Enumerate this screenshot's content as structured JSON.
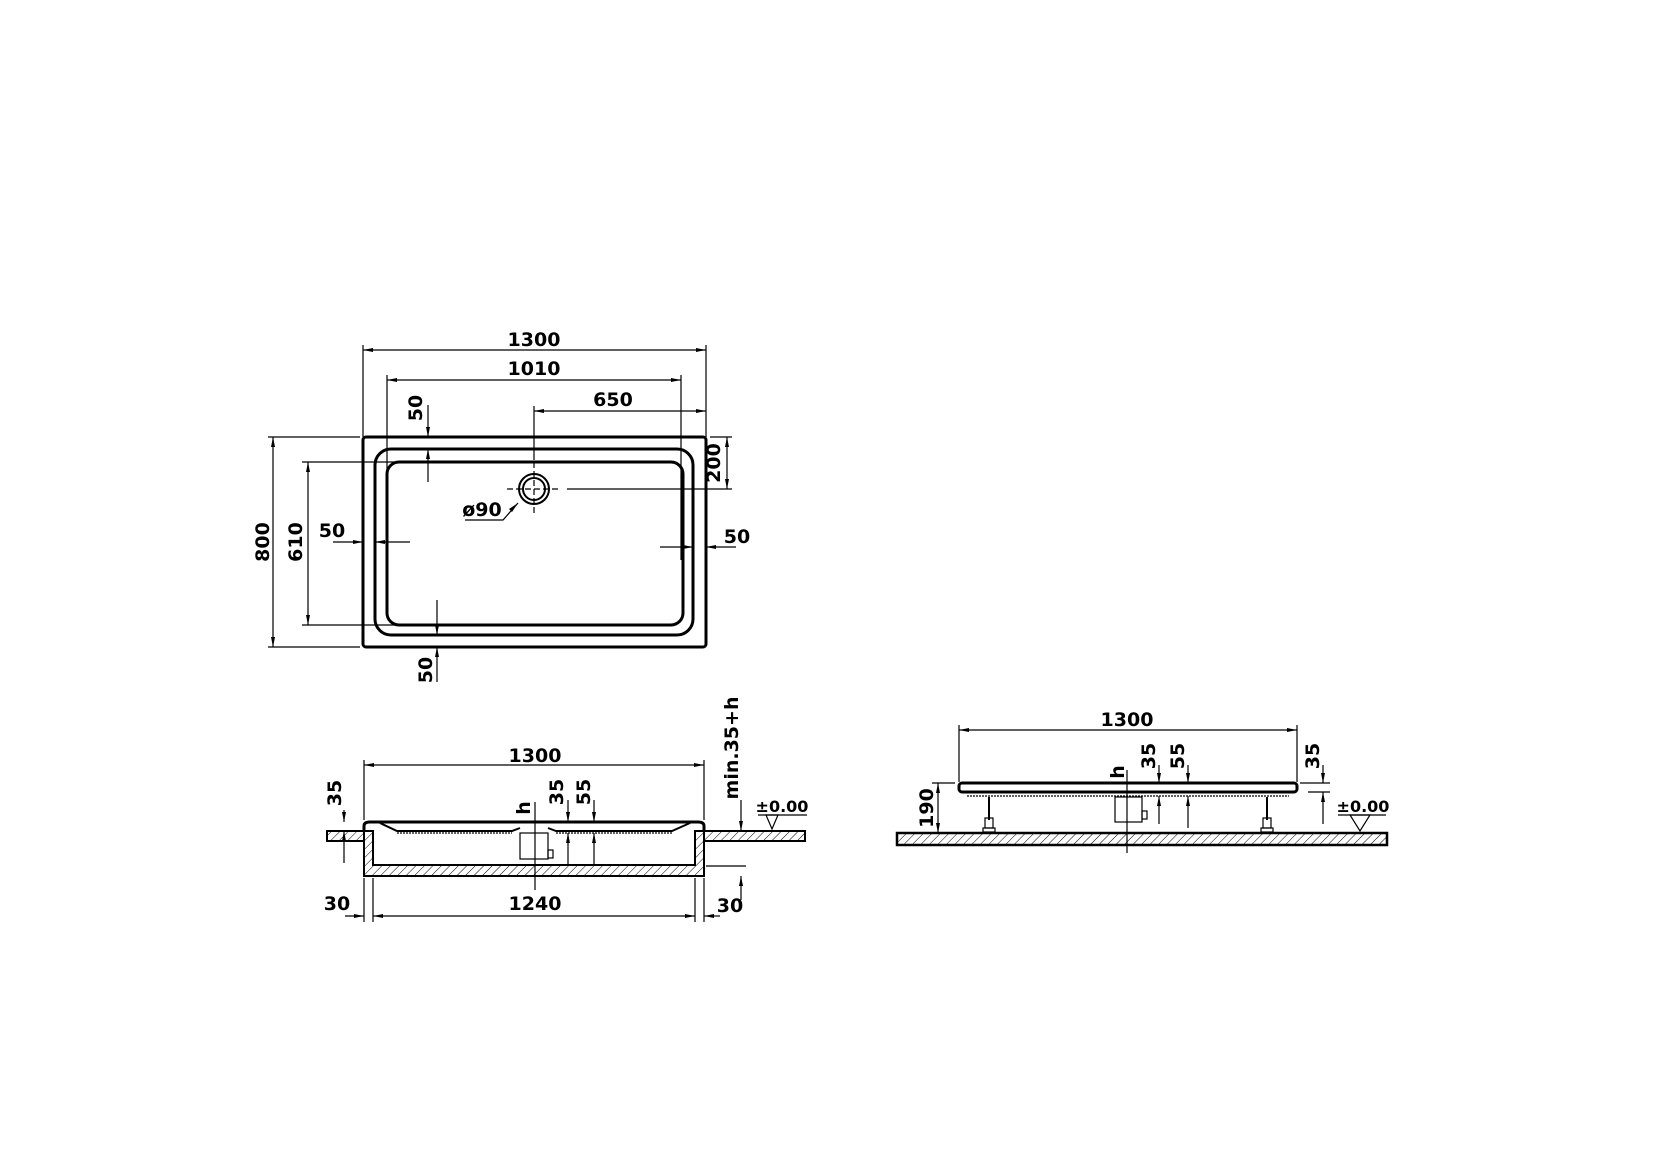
{
  "drawing": {
    "top_view": {
      "overall_length": "1300",
      "basin_length": "1010",
      "drain_offset_x": "650",
      "drain_offset_y": "200",
      "overall_width": "800",
      "basin_width": "610",
      "rim_top": "50",
      "rim_left": "50",
      "rim_right": "50",
      "rim_bottom": "50",
      "drain_diameter": "ø90"
    },
    "section_view": {
      "overall_length": "1300",
      "inner_length": "1240",
      "rim_height": "35",
      "depth_35": "35",
      "depth_55": "55",
      "h_label": "h",
      "min_depth": "min.35+h",
      "level": "±0.00",
      "wall_left": "30",
      "wall_right": "30"
    },
    "side_view": {
      "overall_length": "1300",
      "height": "190",
      "depth_35": "35",
      "depth_55": "55",
      "h_label": "h",
      "rim_height": "35",
      "level": "±0.00"
    }
  },
  "colors": {
    "line": "#000000",
    "background": "#ffffff"
  }
}
